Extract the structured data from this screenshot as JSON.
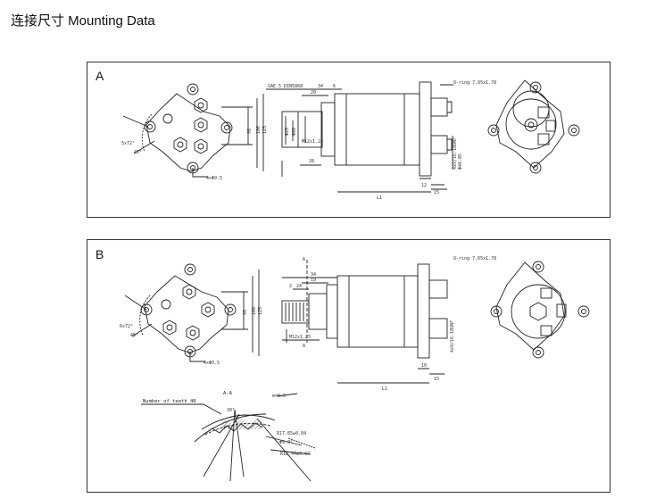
{
  "title": "连接尺寸 Mounting Data",
  "panel_a": {
    "label": "A",
    "dims": {
      "shaft_spec": "SAE.5 DIN5868",
      "oring": "O-ring 7.65x1.78",
      "a34": "34",
      "a20": "20",
      "a6": "6",
      "m12": "M12x1.25",
      "a28": "28",
      "d25": "Φ25",
      "d80": "Φ80",
      "h95": "95",
      "h106": "106",
      "h125": "125",
      "hole": "4xΦ9.5",
      "ang5": "5x72°",
      "ang45": "45°",
      "a12": "12",
      "a15": "15",
      "l1": "L1",
      "vert1": "4x9/16-18UNF",
      "vert2": "Φ40.05"
    }
  },
  "panel_b": {
    "label": "B",
    "section": "A",
    "section_title": "A-A",
    "teeth": "Number of teeth 40",
    "dims": {
      "hole": "4xΦ9.5",
      "ang6": "6x72°",
      "ang45": "45°",
      "h95": "95",
      "h106": "106",
      "h125": "125",
      "oring": "O-ring 7.65x1.78",
      "d34": "34",
      "d19": "19",
      "d24": "24",
      "d2": "2",
      "m12": "M12x1.25",
      "l1": "L1",
      "a10": "10",
      "a15": "15",
      "vert1": "4x9/16-18UNF",
      "ang30": "30°",
      "m": "m=0.5",
      "r1": "R17.65±0.04",
      "pa": "Φ9.0°",
      "r2": "R18.44±0.07"
    }
  }
}
